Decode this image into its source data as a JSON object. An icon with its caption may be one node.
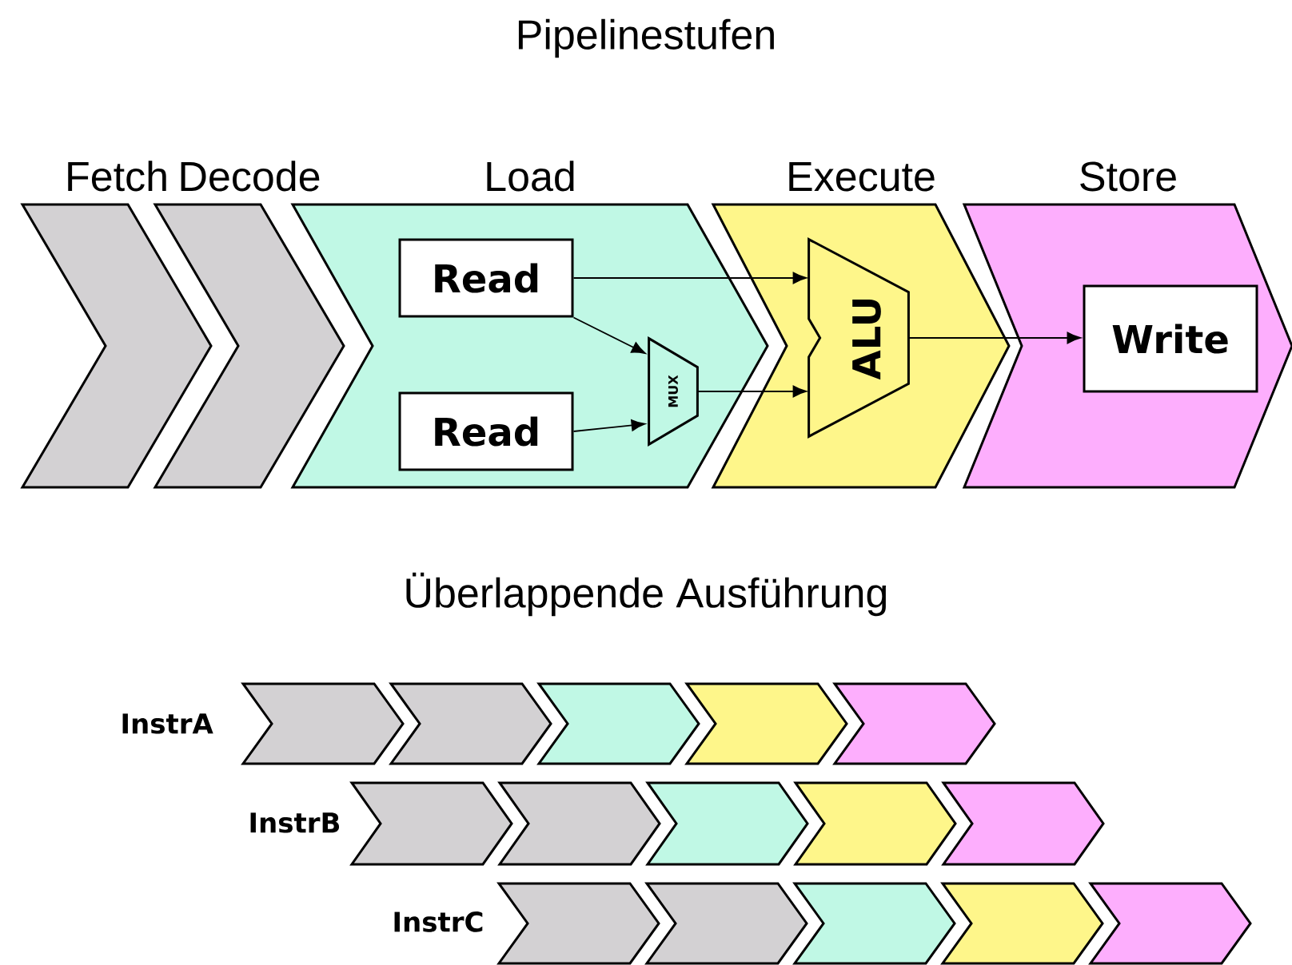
{
  "diagram": {
    "title": "Pipelinestufen",
    "nodes": [
      {
        "text": [
          "Fetch"
        ]
      },
      {
        "text": [
          "Decode"
        ]
      },
      {
        "text": [
          "Load"
        ]
      },
      {
        "text": [
          "Execute"
        ]
      },
      {
        "text": [
          "Store"
        ]
      },
      {
        "text": [
          "Read"
        ],
        "in": 2
      },
      {
        "text": [
          "Read"
        ],
        "in": 2
      },
      {
        "text": [
          "MUX"
        ],
        "in": 2
      },
      {
        "text": [
          "ALU"
        ],
        "in": 3
      },
      {
        "text": [
          "Write"
        ],
        "in": 4
      },
      {
        "text": [],
        "shape": "chevron"
      },
      {
        "text": [],
        "shape": "chevron"
      },
      {
        "text": [],
        "shape": "chevron"
      },
      {
        "text": [],
        "shape": "chevron"
      },
      {
        "text": [],
        "shape": "chevron"
      },
      {
        "text": [],
        "shape": "chevron"
      },
      {
        "text": [],
        "shape": "chevron"
      },
      {
        "text": [],
        "shape": "chevron"
      },
      {
        "text": [],
        "shape": "chevron"
      },
      {
        "text": [],
        "shape": "chevron"
      },
      {
        "text": [],
        "shape": "chevron"
      },
      {
        "text": [],
        "shape": "chevron"
      },
      {
        "text": [],
        "shape": "chevron"
      },
      {
        "text": [],
        "shape": "chevron"
      },
      {
        "text": [],
        "shape": "chevron"
      }
    ],
    "edges": [
      {
        "from": 5,
        "to": 8,
        "arrow": "to"
      },
      {
        "from": 5,
        "to": 7,
        "arrow": "to"
      },
      {
        "from": 6,
        "to": 7,
        "arrow": "to"
      },
      {
        "from": 7,
        "to": 8,
        "arrow": "to"
      },
      {
        "from": 8,
        "to": 9,
        "arrow": "to"
      }
    ],
    "labels": [
      "Überlappende Ausführung",
      "InstrA",
      "InstrB",
      "InstrC"
    ]
  }
}
